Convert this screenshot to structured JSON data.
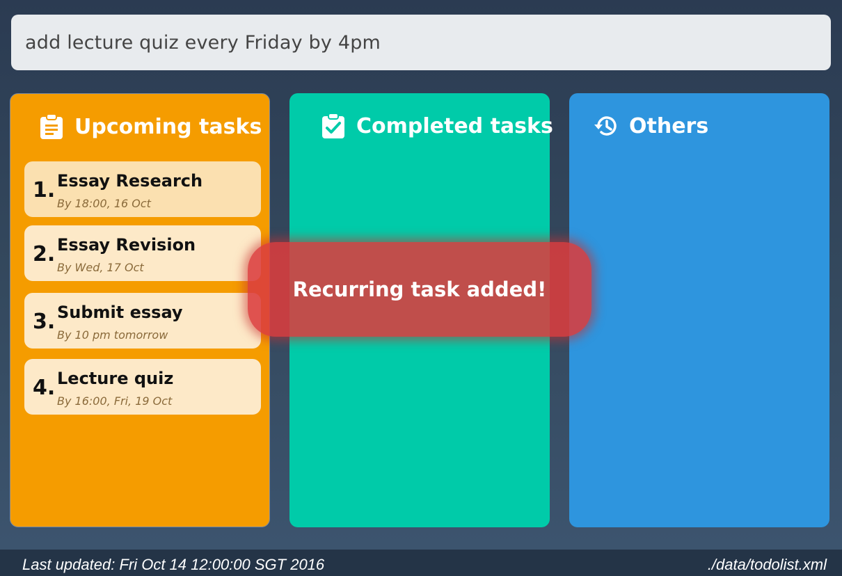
{
  "command": {
    "value": "add lecture quiz every Friday by 4pm"
  },
  "panels": {
    "upcoming": {
      "title": "Upcoming tasks",
      "icon": "clipboard-icon",
      "color": "#f59c00",
      "tasks": [
        {
          "number": "1.",
          "title": "Essay Research",
          "due": "By 18:00, 16 Oct"
        },
        {
          "number": "2.",
          "title": "Essay Revision",
          "due": "By Wed, 17 Oct"
        },
        {
          "number": "3.",
          "title": "Submit essay",
          "due": "By 10 pm tomorrow"
        },
        {
          "number": "4.",
          "title": "Lecture quiz",
          "due": "By 16:00, Fri, 19 Oct"
        }
      ]
    },
    "completed": {
      "title": "Completed tasks",
      "icon": "clipboard-check-icon",
      "color": "#00cba9"
    },
    "others": {
      "title": "Others",
      "icon": "history-icon",
      "color": "#2e95de"
    }
  },
  "toast": {
    "message": "Recurring task added!"
  },
  "status": {
    "last_updated": "Last updated: Fri Oct 14 12:00:00 SGT 2016",
    "file_path": "./data/todolist.xml"
  }
}
